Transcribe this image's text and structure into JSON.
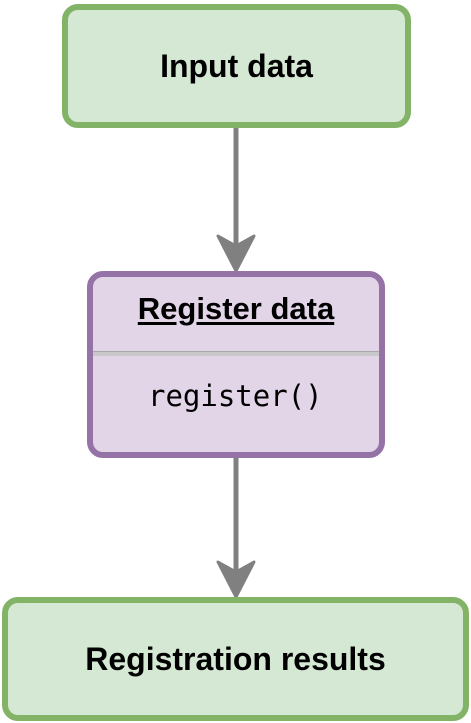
{
  "diagram": {
    "nodes": {
      "input": {
        "label": "Input data"
      },
      "register": {
        "title": "Register data",
        "method": "register()"
      },
      "results": {
        "label": "Registration results"
      }
    },
    "edges": [
      {
        "from": "input",
        "to": "register"
      },
      {
        "from": "register",
        "to": "results"
      }
    ],
    "colors": {
      "green_fill": "#d5e8d4",
      "green_stroke": "#82b366",
      "purple_fill": "#e1d5e7",
      "purple_stroke": "#9673a6",
      "arrow": "#808080"
    }
  }
}
